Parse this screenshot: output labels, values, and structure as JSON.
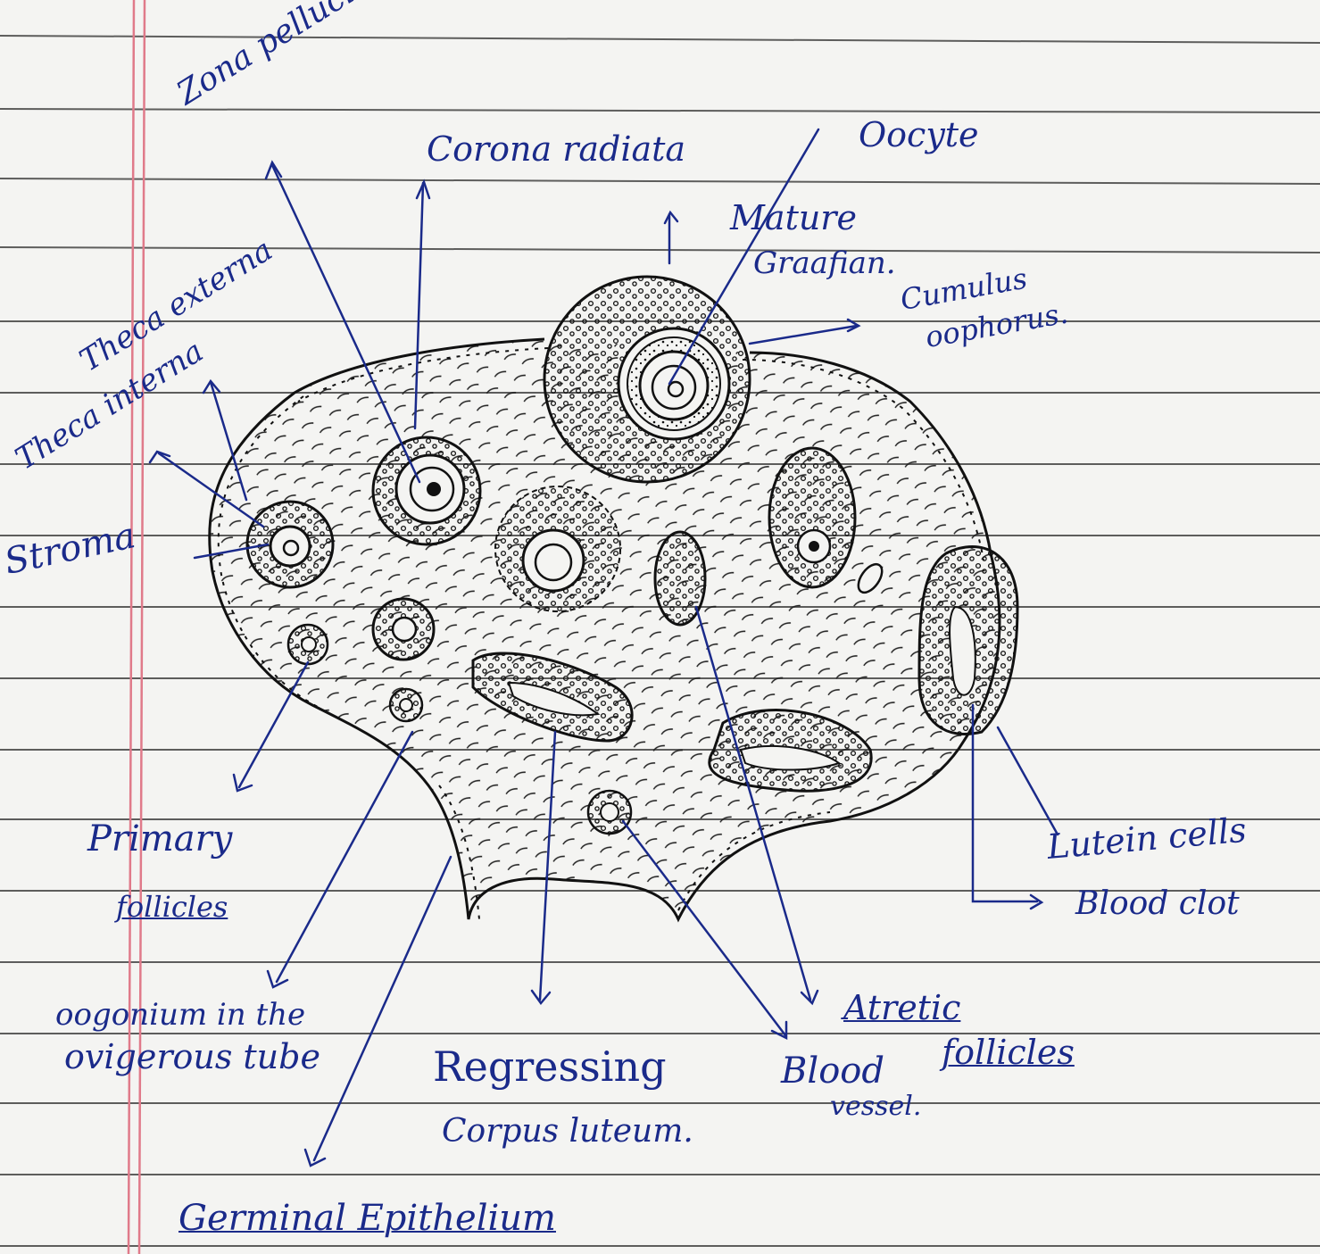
{
  "colors": {
    "paper": "#f4f4f2",
    "rule_line": "#2b2b2b",
    "margin_line": "#e07a8a",
    "ink_blue": "#1a2a8a",
    "ink_black": "#111111"
  },
  "labels": {
    "zona_pellucida": "Zona pellucida",
    "corona_radiata": "Corona radiata",
    "oocyte": "Oocyte",
    "mature_graafian_1": "Mature",
    "mature_graafian_2": "Graafian.",
    "cumulus_oophorus_1": "Cumulus",
    "cumulus_oophorus_2": "oophorus.",
    "theca_externa": "Theca externa",
    "theca_interna": "Theca interna",
    "stroma": "Stroma",
    "primary_follicles_1": "Primary",
    "primary_follicles_2": "follicles",
    "lutein_cells": "Lutein cells",
    "blood_clot": "Blood clot",
    "oogonium_1": "oogonium in the",
    "oogonium_2": "ovigerous tube",
    "regressing_1": "Regressing",
    "regressing_2": "Corpus luteum.",
    "blood_vessel_1": "Blood",
    "blood_vessel_2": "vessel.",
    "atretic_1": "Atretic",
    "atretic_2": "follicles",
    "germinal_epithelium": "Germinal Epithelium"
  }
}
